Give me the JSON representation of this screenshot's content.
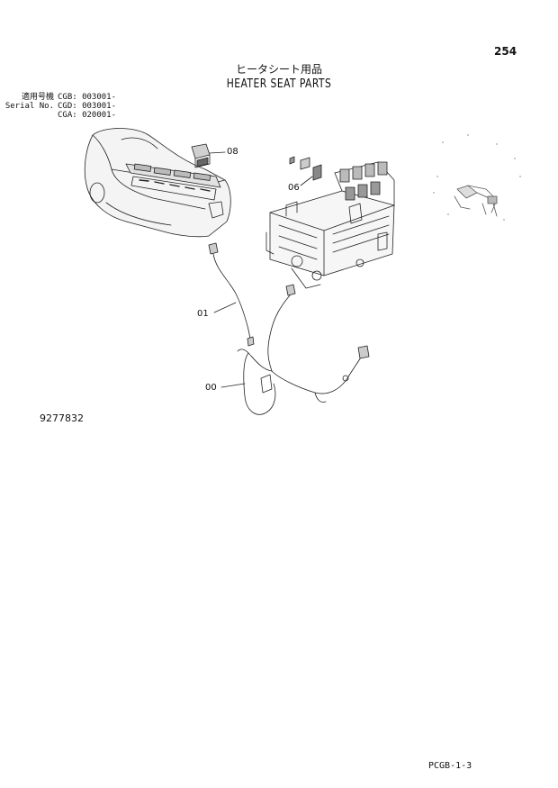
{
  "page_number": "254",
  "title_jp": "ヒータシート用品",
  "title_en": "HEATER SEAT PARTS",
  "serial": {
    "rows": [
      {
        "label": "適用号機",
        "code": "CGB: 003001-"
      },
      {
        "label": "Serial No.",
        "code": "CGD: 003001-"
      },
      {
        "label": "",
        "code": "CGA: 020001-"
      }
    ]
  },
  "callouts": {
    "c08": "08",
    "c06": "06",
    "c01": "01",
    "c00": "00"
  },
  "drawing_number": "9277832",
  "footer_code": "PCGB-1-3"
}
